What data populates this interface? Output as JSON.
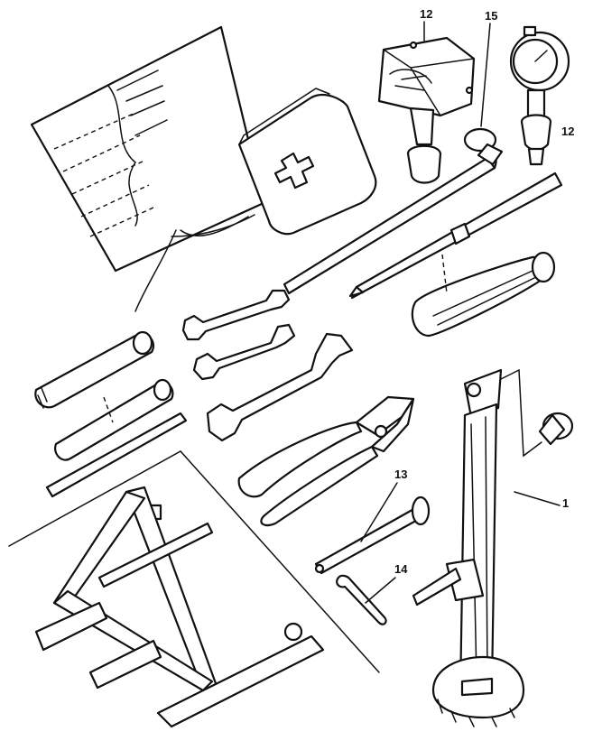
{
  "callouts": {
    "jack_top_left": "12",
    "wheel_brace": "15",
    "pressure_gauge": "12",
    "tommy_bar": "13",
    "split_pin": "14",
    "jack": "1"
  },
  "icons": {
    "tool_roll": "tool-roll-icon",
    "first_aid_kit": "first-aid-kit-icon",
    "warning_triangle": "warning-triangle-icon"
  },
  "colors": {
    "ink": "#111111",
    "paper": "#ffffff"
  }
}
